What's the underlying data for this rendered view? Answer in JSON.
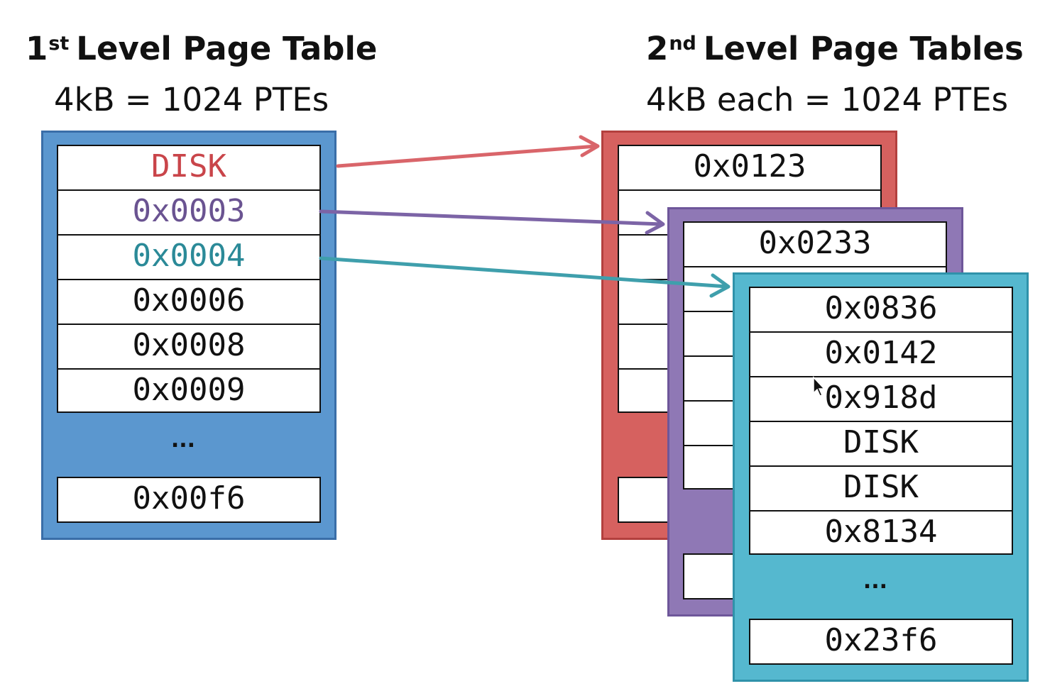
{
  "first_level": {
    "title_main": "1",
    "title_sup": "st",
    "title_rest": "Level Page Table",
    "subtitle": "4kB = 1024 PTEs",
    "entries": [
      "DISK",
      "0x0003",
      "0x0004",
      "0x0006",
      "0x0008",
      "0x0009"
    ],
    "ellipsis": "...",
    "last_entry": "0x00f6"
  },
  "second_level": {
    "title_main": "2",
    "title_sup": "nd",
    "title_rest": "Level Page Tables",
    "subtitle": "4kB each = 1024 PTEs",
    "red_table": {
      "first_entry": "0x0123"
    },
    "purple_table": {
      "first_entry": "0x0233"
    },
    "teal_table": {
      "entries": [
        "0x0836",
        "0x0142",
        "0x918d",
        "DISK",
        "DISK",
        "0x8134"
      ],
      "ellipsis": "...",
      "last_entry": "0x23f6"
    }
  },
  "colors": {
    "blue_fill": "#5b97cf",
    "blue_border": "#3a6ea8",
    "red_fill": "#d6615f",
    "red_border": "#b3403e",
    "purple_fill": "#8f78b5",
    "purple_border": "#6e569a",
    "teal_fill": "#55b8cf",
    "teal_border": "#2f92aa",
    "disk_text": "#c9454a",
    "entry_0003_text": "#6a5391",
    "entry_0004_text": "#2b8a98"
  }
}
